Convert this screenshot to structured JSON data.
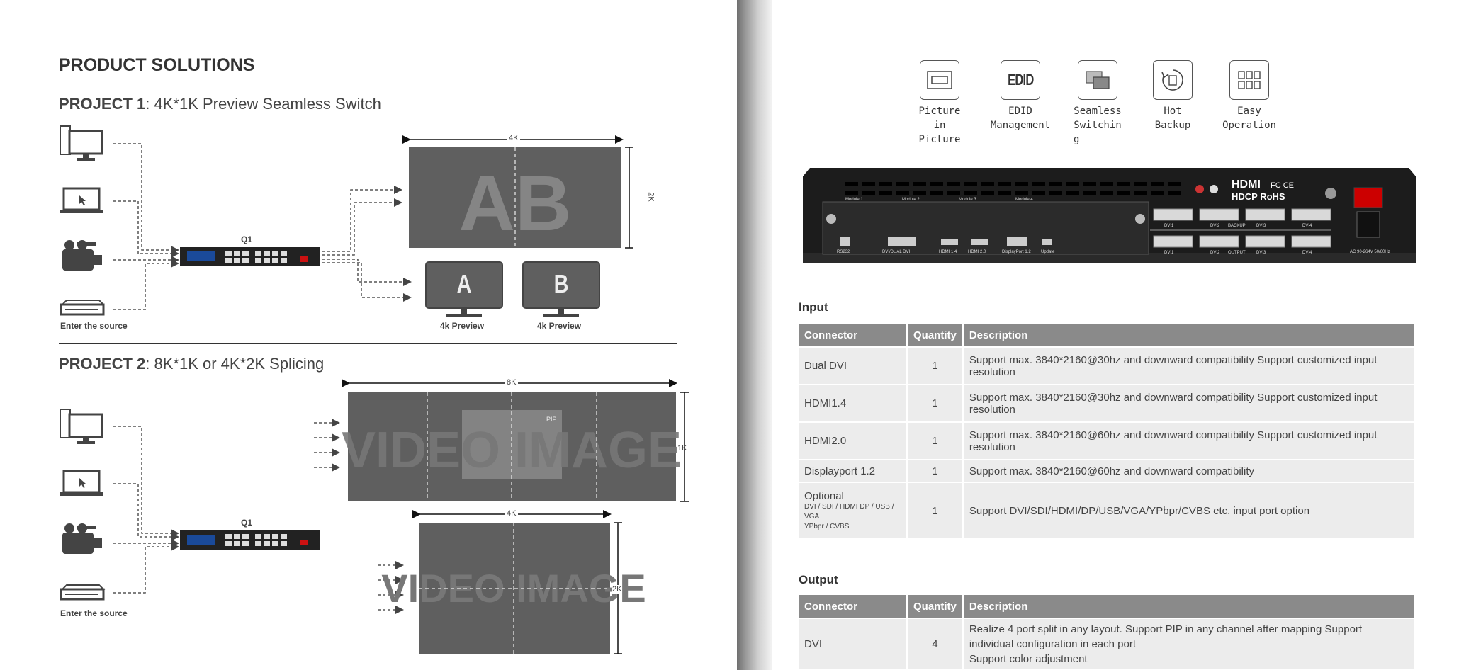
{
  "left_page": {
    "heading": "PRODUCT SOLUTIONS",
    "project1": {
      "label": "PROJECT 1",
      "title": ": 4K*1K Preview Seamless Switch",
      "device": "Q1",
      "screen_width": "4K",
      "screen_height": "2K",
      "screen_mark": "AB",
      "monitor_a": "A",
      "monitor_b": "B",
      "preview_a": "4k Preview",
      "preview_b": "4k Preview",
      "source_label": "Enter the source"
    },
    "project2": {
      "label": "PROJECT 2",
      "title": ": 8K*1K or 4K*2K Splicing",
      "device": "Q1",
      "wall1_width": "8K",
      "wall1_height": "1K",
      "wall1_text": "VIDEO IMAGE",
      "pip_label": "PIP",
      "wall2_width": "4K",
      "wall2_height": "2K",
      "wall2_text": "VIDEO IMAGE",
      "source_label": "Enter the source"
    }
  },
  "features": [
    {
      "icon": "picture-in-picture-icon",
      "lines": [
        "Picture",
        "in",
        "Picture"
      ]
    },
    {
      "icon": "edid-icon",
      "icon_text": "EDID",
      "lines": [
        "EDID",
        "Management"
      ]
    },
    {
      "icon": "seamless-switching-icon",
      "lines": [
        "Seamless",
        "Switchin",
        "g"
      ]
    },
    {
      "icon": "hot-backup-icon",
      "lines": [
        "Hot",
        "Backup"
      ]
    },
    {
      "icon": "easy-operation-icon",
      "lines": [
        "Easy",
        "Operation"
      ]
    }
  ],
  "device_panel": {
    "modules": [
      "Module 1",
      "Module 2",
      "Module 3",
      "Module 4"
    ],
    "ports_left": [
      "RS232",
      "DVI/DUAL DVI",
      "HDMI 1.4",
      "HDMI 2.0",
      "DisplayPort 1.2",
      "Update"
    ],
    "dvi_top": [
      "DVI1",
      "DVI2",
      "DVI3",
      "DVI4"
    ],
    "dvi_bottom": [
      "DVI1",
      "DVI2",
      "DVI3",
      "DVI4"
    ],
    "backup_label": "BACKUP",
    "output_label": "OUTPUT",
    "brand": "HDMI",
    "brand2": "HDCP RoHS",
    "marks": "FC CE",
    "power_label": "AC 90-264V 50/60Hz"
  },
  "input_table": {
    "title": "Input",
    "headers": [
      "Connector",
      "Quantity",
      "Description"
    ],
    "rows": [
      {
        "connector": "Dual DVI",
        "sub": "",
        "quantity": "1",
        "description": "Support max. 3840*2160@30hz and downward compatibility  Support customized input resolution"
      },
      {
        "connector": "HDMI1.4",
        "sub": "",
        "quantity": "1",
        "description": "Support max. 3840*2160@30hz and downward compatibility  Support customized input resolution"
      },
      {
        "connector": "HDMI2.0",
        "sub": "",
        "quantity": "1",
        "description": "Support max. 3840*2160@60hz and downward compatibility  Support customized input resolution"
      },
      {
        "connector": "Displayport 1.2",
        "sub": "",
        "quantity": "1",
        "description": "Support max. 3840*2160@60hz and downward compatibility"
      },
      {
        "connector": "Optional",
        "sub": "DVI / SDI / HDMI DP / USB / VGA",
        "sub2": "YPbpr / CVBS",
        "quantity": "1",
        "description": "Support DVI/SDI/HDMI/DP/USB/VGA/YPbpr/CVBS etc. input port option"
      }
    ]
  },
  "output_table": {
    "title": "Output",
    "headers": [
      "Connector",
      "Quantity",
      "Description"
    ],
    "rows": [
      {
        "connector": "DVI",
        "quantity": "4",
        "description_lines": [
          "Realize 4 port split in any layout. Support PIP in any channel after mapping  Support",
          "individual configuration in each port",
          "Support color adjustment"
        ]
      }
    ]
  },
  "colors": {
    "screen": "#5f5f5f",
    "header": "#8a8a8a",
    "row": "#ececec",
    "accent_red": "#cc1111"
  }
}
